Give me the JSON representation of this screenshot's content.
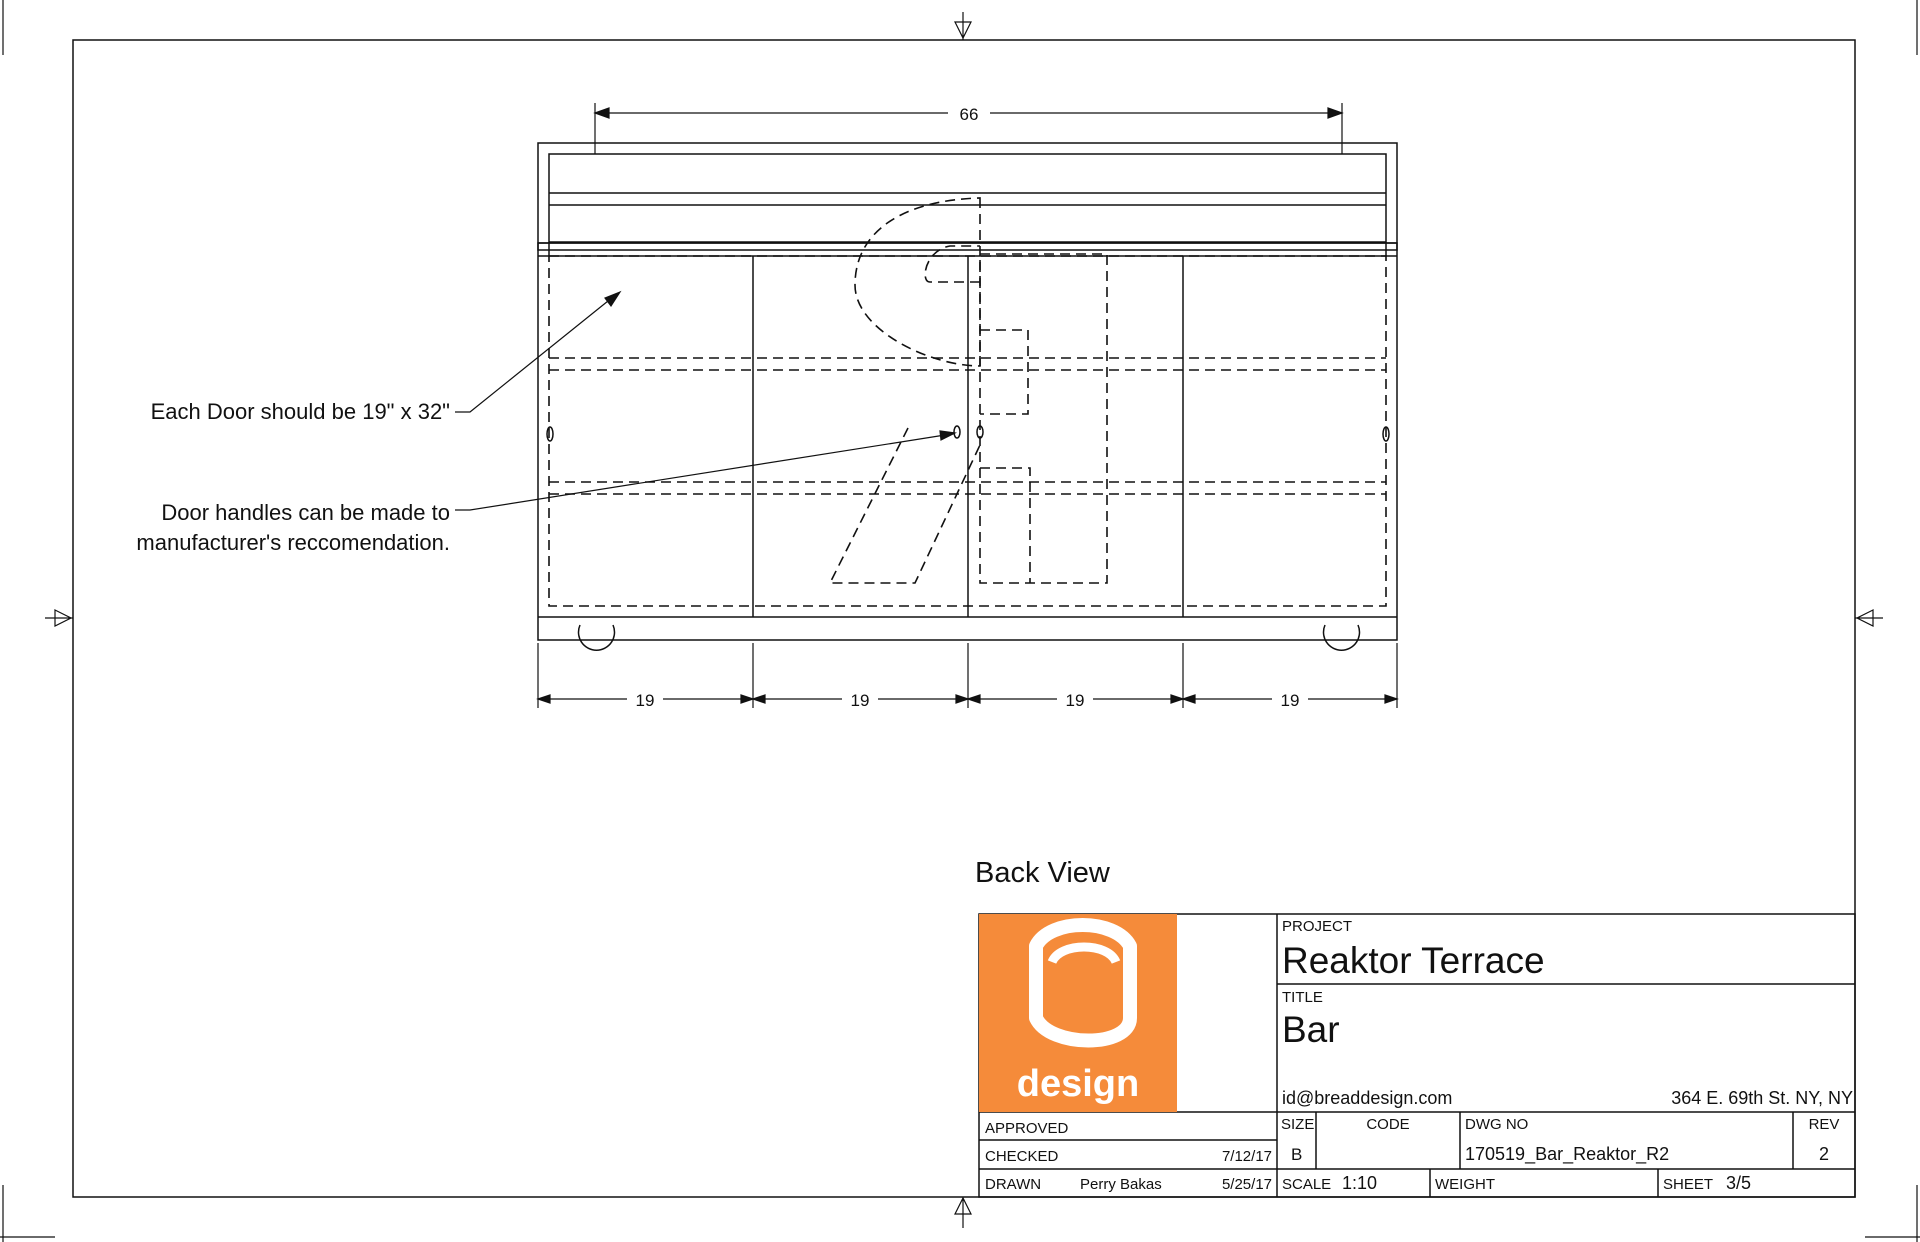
{
  "view_label": "Back View",
  "dimensions": {
    "overall_width": "66",
    "door_widths": [
      "19",
      "19",
      "19",
      "19"
    ]
  },
  "annotations": {
    "door_size": "Each Door should be 19\" x 32\"",
    "handles_line1": "Door handles can be made to",
    "handles_line2": "manufacturer's reccomendation."
  },
  "title_block": {
    "logo_text": "design",
    "logo_color": "#f58b3a",
    "project_label": "PROJECT",
    "project": "Reaktor Terrace",
    "title_label": "TITLE",
    "title": "Bar",
    "email": "id@breaddesign.com",
    "address": "364 E. 69th St. NY, NY",
    "approved_label": "APPROVED",
    "checked_label": "CHECKED",
    "checked_date": "7/12/17",
    "drawn_label": "DRAWN",
    "drawn_by": "Perry Bakas",
    "drawn_date": "5/25/17",
    "size_label": "SIZE",
    "size": "B",
    "code_label": "CODE",
    "dwg_no_label": "DWG NO",
    "dwg_no": "170519_Bar_Reaktor_R2",
    "rev_label": "REV",
    "rev": "2",
    "scale_label": "SCALE",
    "scale": "1:10",
    "weight_label": "WEIGHT",
    "sheet_label": "SHEET",
    "sheet": "3/5"
  }
}
